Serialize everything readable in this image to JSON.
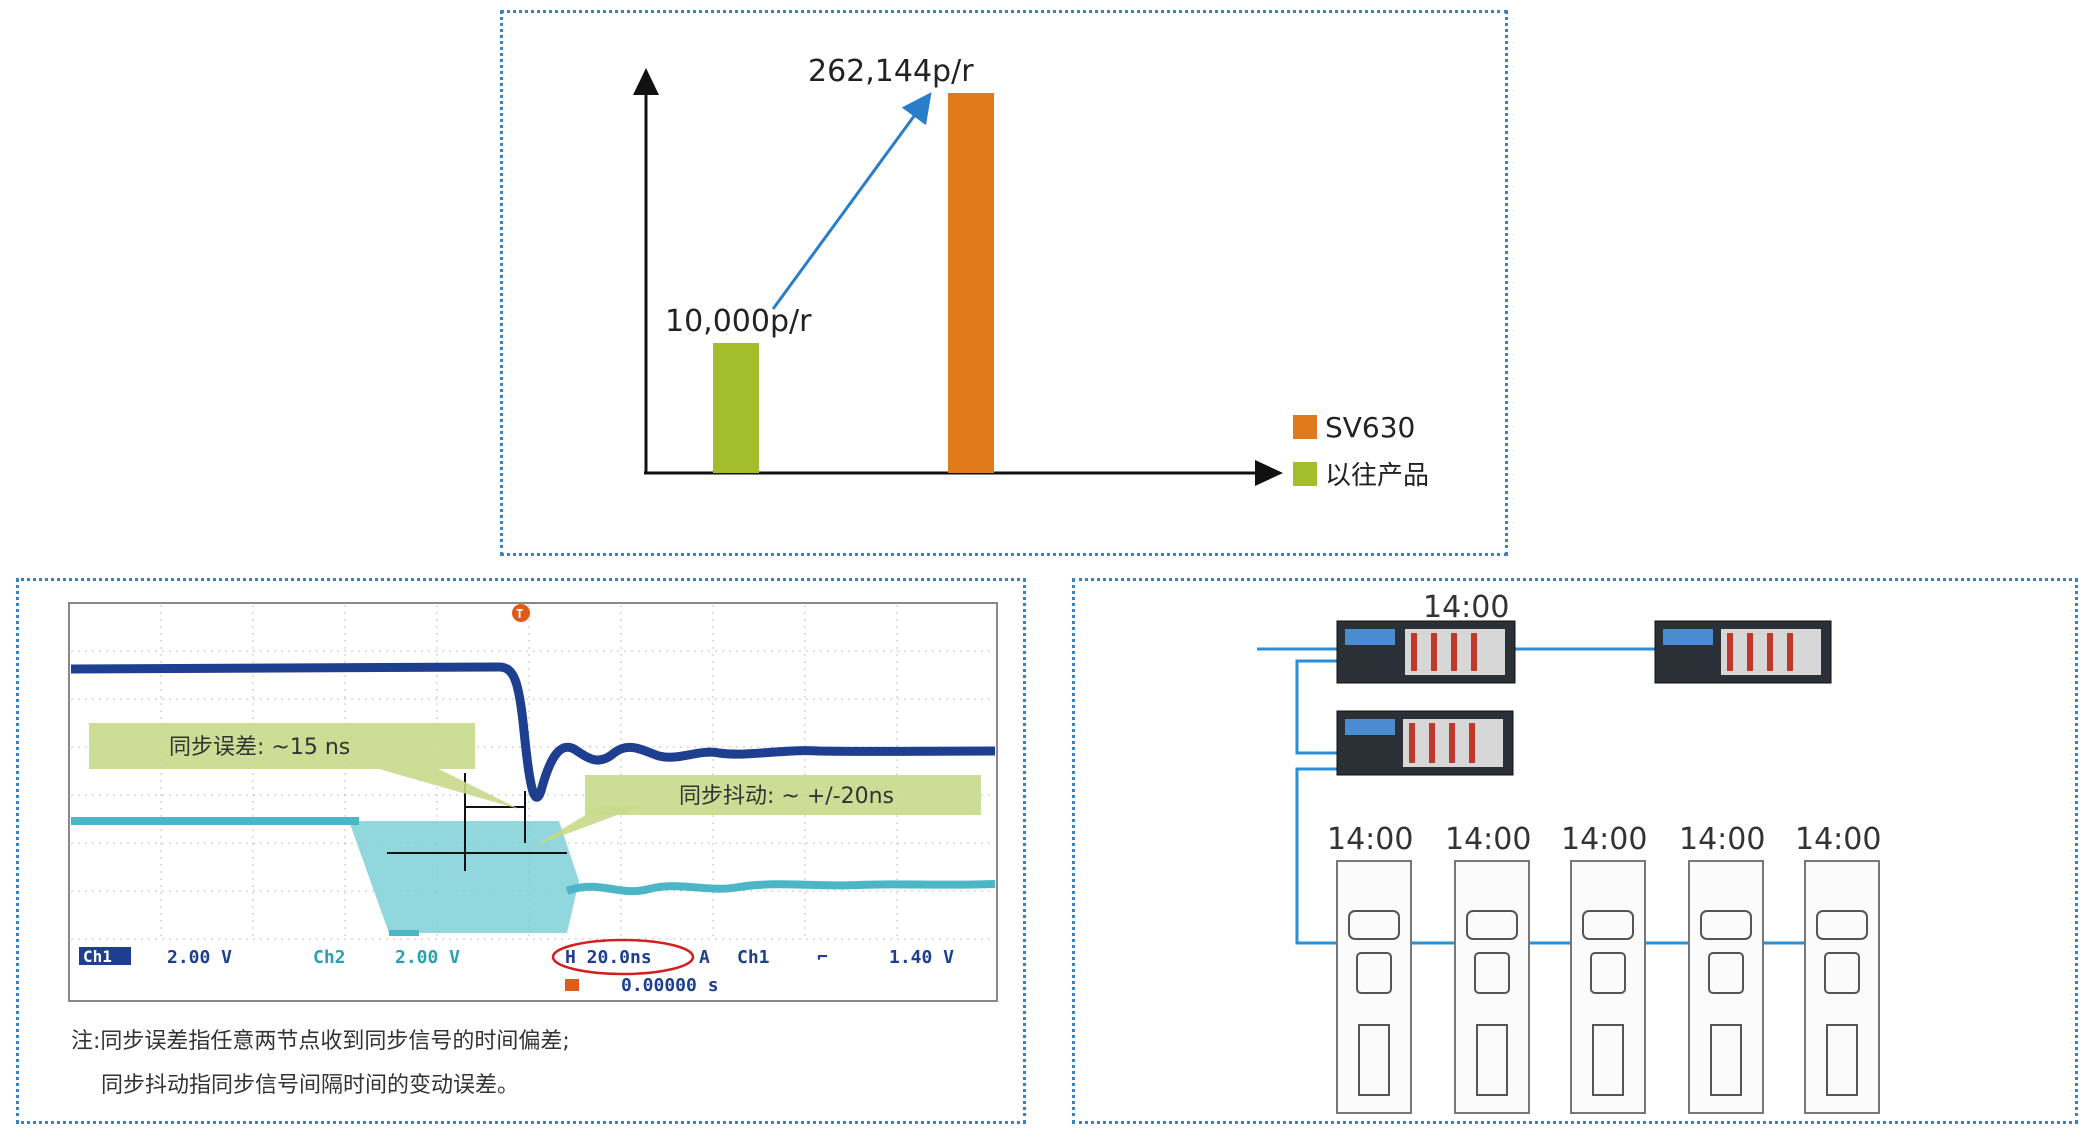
{
  "chart_data": {
    "type": "bar",
    "categories": [
      "以往产品",
      "SV630"
    ],
    "values": [
      10000,
      262144
    ],
    "data_labels": [
      "10,000p/r",
      "262,144p/r"
    ],
    "legend": [
      {
        "name": "SV630",
        "color": "#e07b1c"
      },
      {
        "name": "以往产品",
        "color": "#a3be2a"
      }
    ],
    "legend_position": "bottom-right",
    "axis_ticks": false,
    "grid": false,
    "annotation": "arrow from first bar to second bar",
    "colors": {
      "old": "#a3be2a",
      "new": "#e07b1c",
      "arrow": "#2a7ec9"
    }
  },
  "scope": {
    "callout_error": "同步误差: ~15 ns",
    "callout_jitter": "同步抖动: ~ +/-20ns",
    "ch1_label": "Ch1",
    "ch1_value": "2.00 V",
    "ch2_label": "Ch2",
    "ch2_value": "2.00 V",
    "horizontal": "H 20.0ns",
    "trigger_mode": "A",
    "trigger_channel": "Ch1",
    "trigger_slope": "⌐",
    "trigger_level": "1.40 V",
    "trigger_offset": "0.00000 s",
    "trigger_marker": "T",
    "ch1_color": "#1e3f8f",
    "ch2_color": "#4db6c6"
  },
  "notes": {
    "line1": "注:同步误差指任意两节点收到同步信号的时间偏差;",
    "line2": "同步抖动指同步信号间隔时间的变动误差。"
  },
  "network": {
    "module_labels": [
      "14:00"
    ],
    "drive_labels": [
      "14:00",
      "14:00",
      "14:00",
      "14:00",
      "14:00"
    ],
    "line_color": "#2a8fd6"
  }
}
